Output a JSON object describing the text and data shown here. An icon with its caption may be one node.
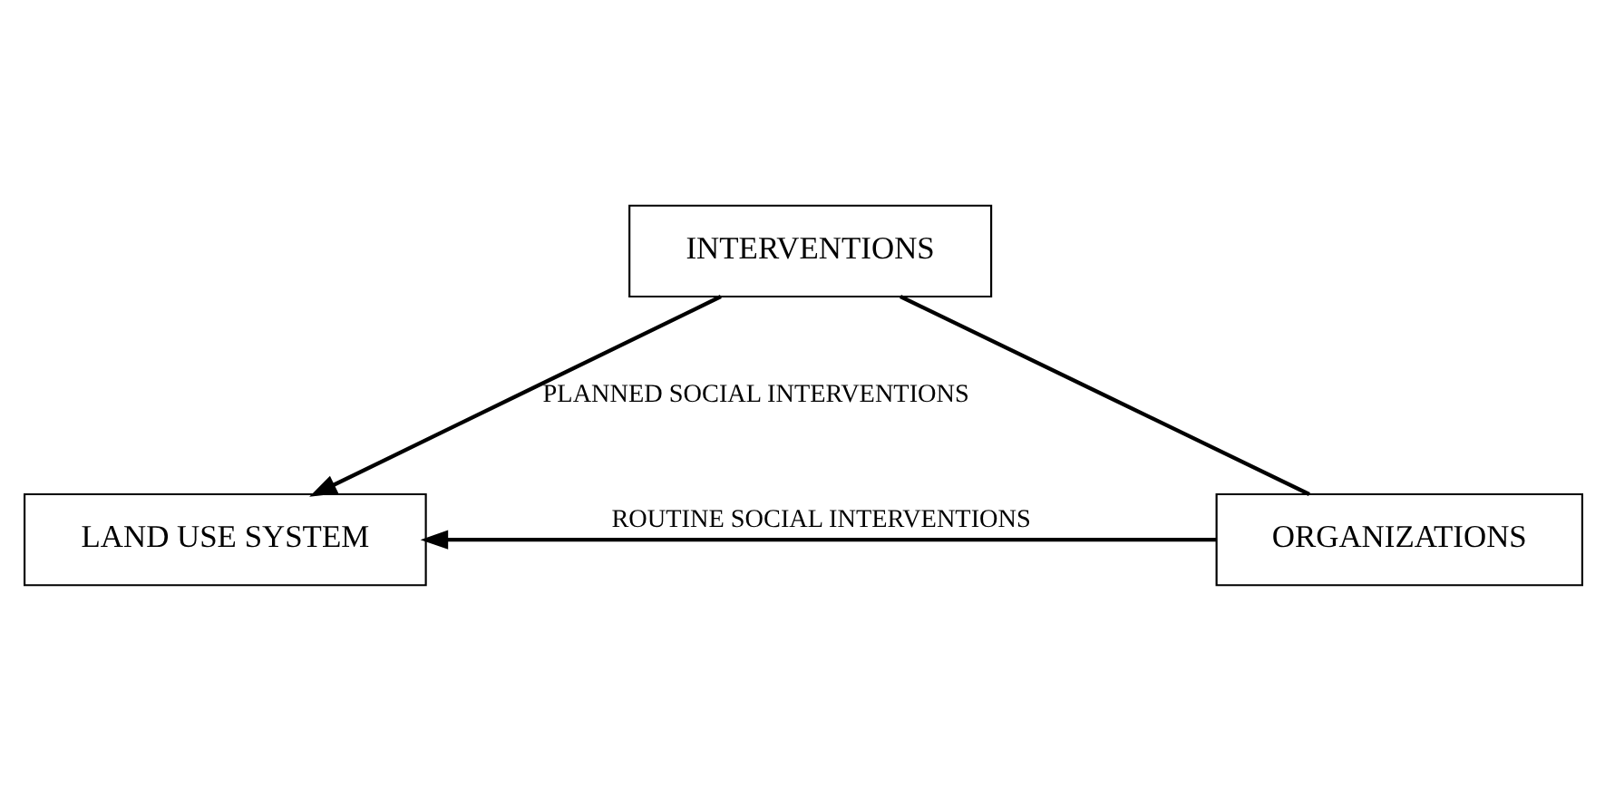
{
  "diagram": {
    "nodes": [
      {
        "text": [
          "INTERVENTIONS"
        ]
      },
      {
        "text": [
          "LAND USE SYSTEM"
        ]
      },
      {
        "text": [
          "ORGANIZATIONS"
        ]
      }
    ],
    "edges": [
      {
        "from": 2,
        "to": 0,
        "arrow": "none"
      },
      {
        "from": 0,
        "to": 1,
        "arrow": "to",
        "label": "PLANNED SOCIAL INTERVENTIONS"
      },
      {
        "from": 2,
        "to": 1,
        "arrow": "to",
        "label": "ROUTINE SOCIAL INTERVENTIONS"
      }
    ]
  }
}
